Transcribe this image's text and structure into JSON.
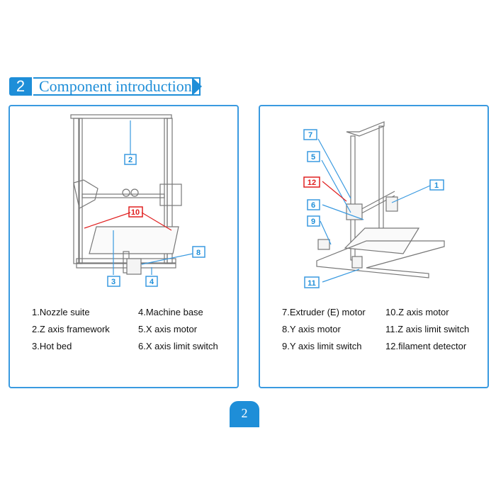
{
  "header": {
    "number": "2",
    "title": "Component introduction"
  },
  "left_panel": {
    "callouts": {
      "c2": "2",
      "c10": "10",
      "c8": "8",
      "c3": "3",
      "c4": "4"
    },
    "legend": [
      "1.Nozzle suite",
      "2.Z axis framework",
      "3.Hot bed",
      "4.Machine base",
      "5.X axis motor",
      "6.X axis limit switch"
    ]
  },
  "right_panel": {
    "callouts": {
      "c7": "7",
      "c5": "5",
      "c12": "12",
      "c6": "6",
      "c9": "9",
      "c1": "1",
      "c11": "11"
    },
    "legend": [
      "7.Extruder (E) motor",
      "8.Y axis motor",
      "9.Y axis limit switch",
      "10.Z axis motor",
      "11.Z axis limit switch",
      "12.filament detector"
    ]
  },
  "page_number": "2",
  "colors": {
    "accent": "#1e8ed8",
    "highlight": "#e02020"
  }
}
